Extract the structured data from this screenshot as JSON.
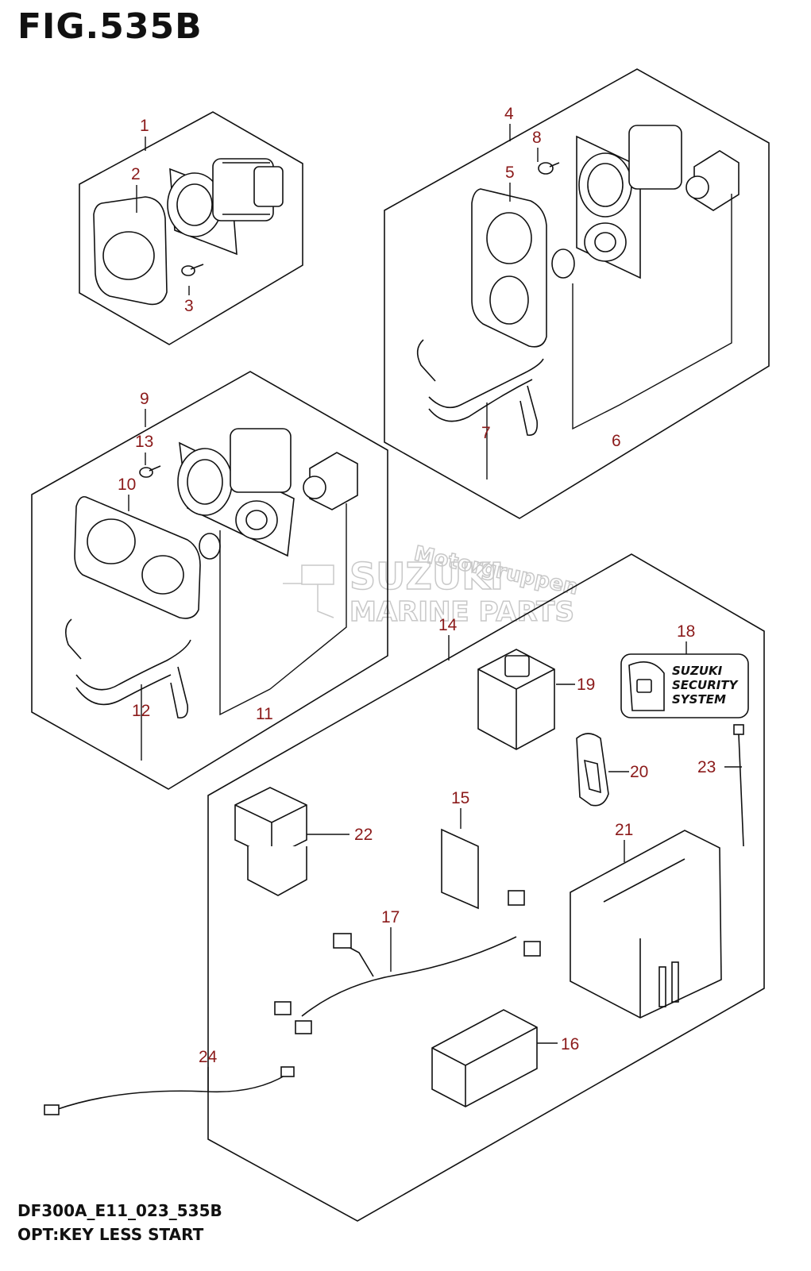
{
  "figure": {
    "title": "FIG.535B",
    "code": "DF300A_E11_023_535B",
    "name": "OPT:KEY LESS START"
  },
  "watermark": {
    "brand": "SUZUKI",
    "subtitle": "MARINE PARTS",
    "script": "Motorgruppen"
  },
  "badge": {
    "line1": "SUZUKI",
    "line2": "SECURITY",
    "line3": "SYSTEM"
  },
  "callouts": [
    "1",
    "2",
    "3",
    "4",
    "5",
    "6",
    "7",
    "8",
    "9",
    "10",
    "11",
    "12",
    "13",
    "14",
    "15",
    "16",
    "17",
    "18",
    "19",
    "20",
    "21",
    "22",
    "23",
    "24"
  ]
}
